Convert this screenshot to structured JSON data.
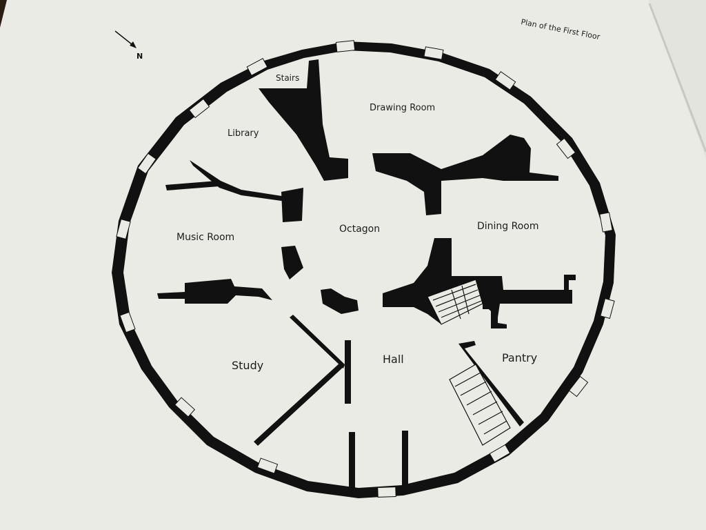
{
  "title": "Plan of the First Floor",
  "compass": {
    "label": "N",
    "icon": "north-arrow-icon"
  },
  "rooms": {
    "stairs": "Stairs",
    "drawing_room": "Drawing Room",
    "library": "Library",
    "octagon": "Octagon",
    "dining_room": "Dining Room",
    "music_room": "Music Room",
    "study": "Study",
    "hall": "Hall",
    "pantry": "Pantry"
  },
  "colors": {
    "page": "#ebebe6",
    "ink": "#111111",
    "background": "#2a1d14"
  }
}
